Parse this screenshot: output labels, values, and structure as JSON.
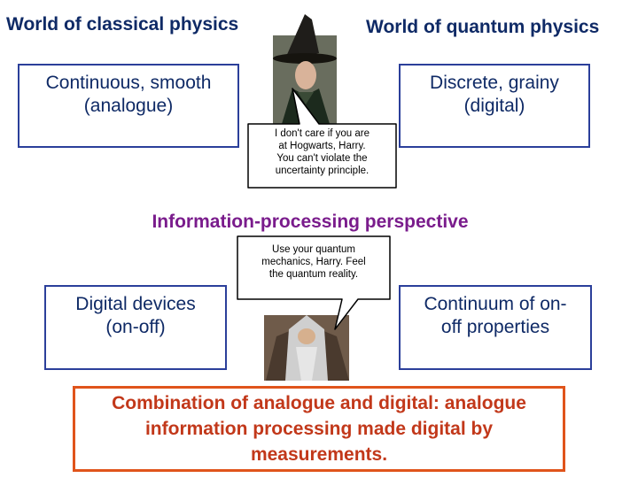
{
  "headings": {
    "classical": "World of classical physics",
    "quantum": "World of quantum physics"
  },
  "boxes": {
    "classical_top": {
      "lines": [
        "Continuous, smooth",
        "(analogue)"
      ]
    },
    "quantum_top": {
      "lines": [
        "Discrete, grainy",
        "(digital)"
      ]
    },
    "classical_bottom": {
      "lines": [
        "Digital devices",
        "(on-off)"
      ]
    },
    "quantum_bottom": {
      "lines": [
        "Continuum of on-",
        "off properties"
      ]
    }
  },
  "subtitle": "Information-processing perspective",
  "bubbles": {
    "top": {
      "lines": [
        "I don't care if you are",
        "at Hogwarts, Harry.",
        "You can't violate the",
        "uncertainty principle."
      ]
    },
    "bottom": {
      "lines": [
        "Use your quantum",
        "mechanics, Harry.  Feel",
        "the quantum reality."
      ]
    }
  },
  "conclusion": {
    "lines": [
      "Combination of analogue and digital: analogue",
      "information processing made digital by",
      "measurements."
    ]
  },
  "colors": {
    "heading": "#0f2a66",
    "box_border": "#2b3f9a",
    "subtitle": "#7a1c8c",
    "conclusion_border": "#e0541b",
    "conclusion_text": "#c2381a"
  }
}
